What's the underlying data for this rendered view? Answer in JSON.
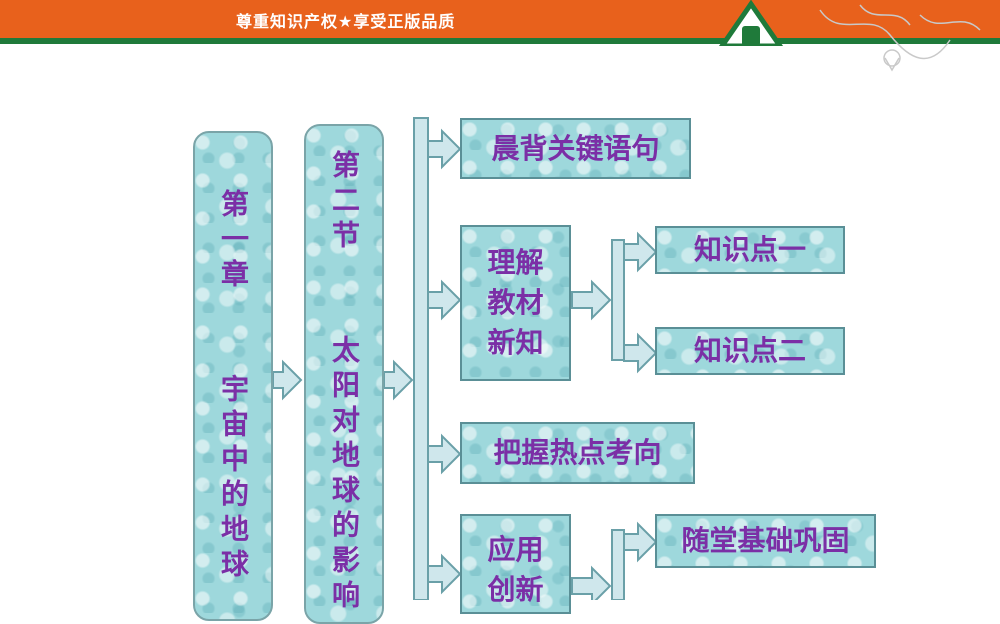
{
  "header": {
    "slogan": "尊重知识产权★享受正版品质",
    "brand_color": "#e8611c",
    "stripe_color": "#1f7a3a"
  },
  "diagram": {
    "chapter": "第一章  宇宙中的地球",
    "section": "第二节  太阳对地球的影响",
    "nodes": {
      "recite": "晨背关键语句",
      "understand": "理解\n教材\n新知",
      "point1": "知识点一",
      "point2": "知识点二",
      "hotspot": "把握热点考向",
      "apply": "应用\n创新",
      "consolidate": "随堂基础巩固"
    },
    "box_color": "#9ed8dc",
    "text_color": "#7b2fa6"
  }
}
